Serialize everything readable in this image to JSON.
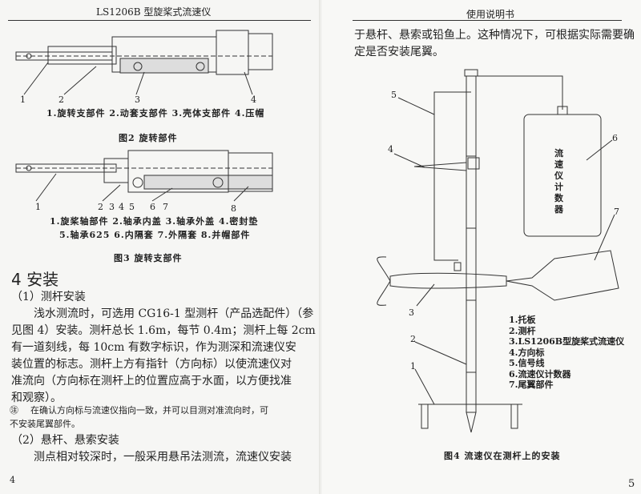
{
  "left_page": {
    "header": "LS1206B 型旋桨式流速仪",
    "figure2": {
      "callouts": [
        "1",
        "2",
        "3",
        "4"
      ],
      "legend": "1.旋转支部件  2.动套支部件  3.壳体支部件  4.压帽",
      "caption": "图2  旋转部件"
    },
    "figure3": {
      "callouts": [
        "1",
        "2",
        "3",
        "4",
        "5",
        "6",
        "7",
        "8"
      ],
      "legend_line1": "1.旋桨轴部件  2.轴承内盖  3.轴承外盖  4.密封垫",
      "legend_line2": "5.轴承625  6.内隔套  7.外隔套  8.并帽部件",
      "caption": "图3  旋转支部件"
    },
    "section_heading": "4   安装",
    "subsection1": "（1）测杆安装",
    "paragraph1": [
      "浅水测流时，可选用 CG16-1 型测杆（产品选配件）（参",
      "见图 4）安装。测杆总长 1.6m，每节 0.4m；测杆上每 2cm",
      "有一道刻线，每 10cm 有数字标识，作为测深和流速仪安",
      "装位置的标志。测杆上方有指针（方向标）以使流速仪对",
      "准流向（方向标在测杆上的位置应高于水面，以方便找准",
      "和观察）。"
    ],
    "note_symbol": "㊟",
    "note": [
      "在确认方向标与流速仪指向一致，并可以目测对准流向时，可",
      "不安装尾翼部件。"
    ],
    "subsection2": "（2）悬杆、悬索安装",
    "paragraph2": "测点相对较深时，一般采用悬吊法测流，流速仪安装",
    "page_number": "4"
  },
  "right_page": {
    "header": "使用说明书",
    "paragraph": [
      "于悬杆、悬索或铅鱼上。这种情况下，可根据实际需要确",
      "定是否安装尾翼。"
    ],
    "figure4": {
      "callouts": [
        "1",
        "2",
        "3",
        "4",
        "5",
        "6",
        "7"
      ],
      "counter_label": "流速仪计数器",
      "legend": [
        "1.托板",
        "2.测杆",
        "3.LS1206B型旋桨式流速仪",
        "4.方向标",
        "5.信号线",
        "6.流速仪计数器",
        "7.尾翼部件"
      ],
      "caption": "图4  流速仪在测杆上的安装"
    },
    "page_number": "5"
  }
}
